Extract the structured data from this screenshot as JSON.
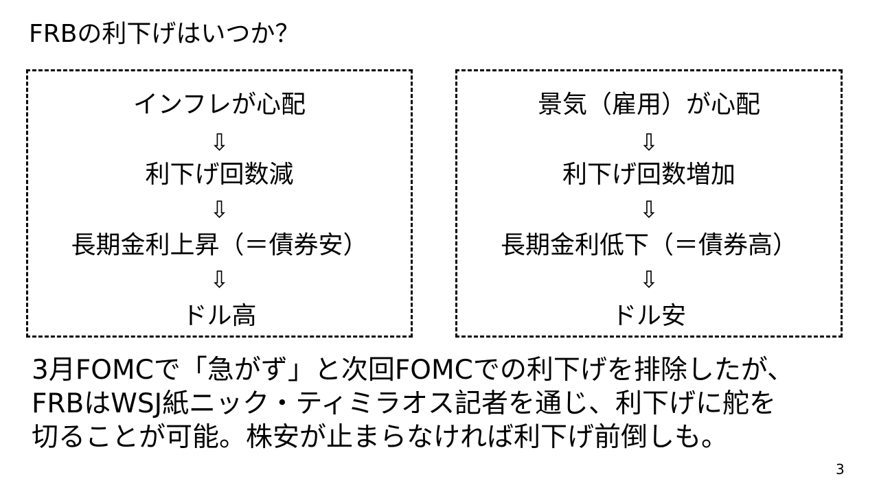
{
  "slide": {
    "title": "FRBの利下げはいつか？",
    "left_box": {
      "lines": [
        "インフレが心配",
        "⇩",
        "利下げ回数減",
        "⇩",
        "長期金利上昇（＝債券安）",
        "⇩",
        "ドル高"
      ]
    },
    "right_box": {
      "lines": [
        "景気（雇用）が心配",
        "⇩",
        "利下げ回数増加",
        "⇩",
        "長期金利低下（＝債券高）",
        "⇩",
        "ドル安"
      ]
    },
    "body_lines": [
      "3月FOMCで「急がず」と次回FOMCでの利下げを排除したが、",
      "FRBはWSJ紙ニック・ティミラオス記者を通じ、利下げに舵を",
      "切ることが可能。株安が止まらなければ利下げ前倒しも。"
    ],
    "page_number": "3"
  }
}
